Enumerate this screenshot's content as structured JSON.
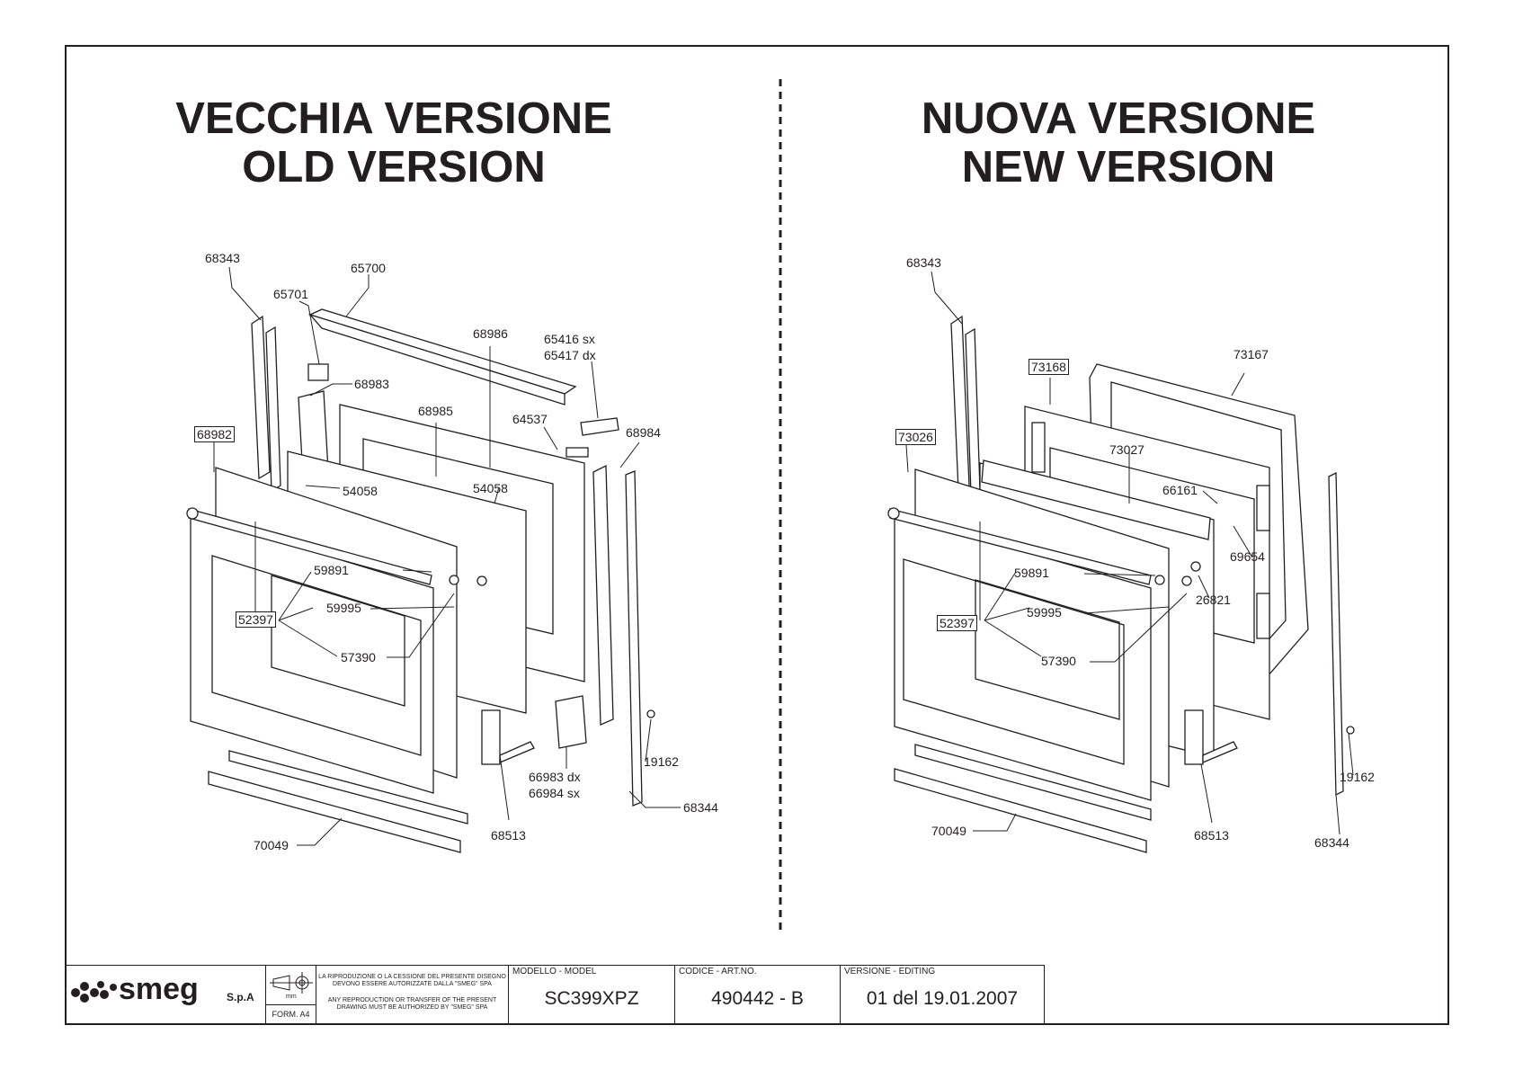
{
  "titles": {
    "left_it": "VECCHIA VERSIONE",
    "left_en": "OLD VERSION",
    "right_it": "NUOVA VERSIONE",
    "right_en": "NEW VERSION"
  },
  "old_version": {
    "labels": {
      "l68343": "68343",
      "l65700": "65700",
      "l65701": "65701",
      "l68986": "68986",
      "l65416": "65416 sx",
      "l65417": "65417 dx",
      "l68983": "68983",
      "l68985": "68985",
      "l64537": "64537",
      "l68984": "68984",
      "l68982": "68982",
      "l54058a": "54058",
      "l54058b": "54058",
      "l59891": "59891",
      "l52397": "52397",
      "l59995": "59995",
      "l57390": "57390",
      "l19162": "19162",
      "l66983": "66983 dx",
      "l66984": "66984 sx",
      "l68344": "68344",
      "l68513": "68513",
      "l70049": "70049"
    }
  },
  "new_version": {
    "labels": {
      "l68343": "68343",
      "l73168": "73168",
      "l73167": "73167",
      "l73026": "73026",
      "l73027": "73027",
      "l66161": "66161",
      "l69654": "69654",
      "l59891": "59891",
      "l52397": "52397",
      "l59995": "59995",
      "l26821": "26821",
      "l57390": "57390",
      "l19162": "19162",
      "l70049": "70049",
      "l68513": "68513",
      "l68344": "68344"
    }
  },
  "title_block": {
    "company": "smeg",
    "company_suffix": "S.p.A",
    "format": "FORM. A4",
    "unit": "mm",
    "legal_it": "LA RIPRODUZIONE O LA CESSIONE DEL PRESENTE DISEGNO DEVONO ESSERE AUTORIZZATE DALLA \"SMEG\" SPA",
    "legal_en": "ANY REPRODUCTION OR TRANSFER OF THE PRESENT DRAWING MUST BE AUTHORIZED BY \"SMEG\" SPA",
    "model_header": "MODELLO - MODEL",
    "model_value": "SC399XPZ",
    "code_header": "CODICE - ART.NO.",
    "code_value": "490442 - B",
    "version_header": "VERSIONE - EDITING",
    "version_value": "01 del 19.01.2007"
  }
}
